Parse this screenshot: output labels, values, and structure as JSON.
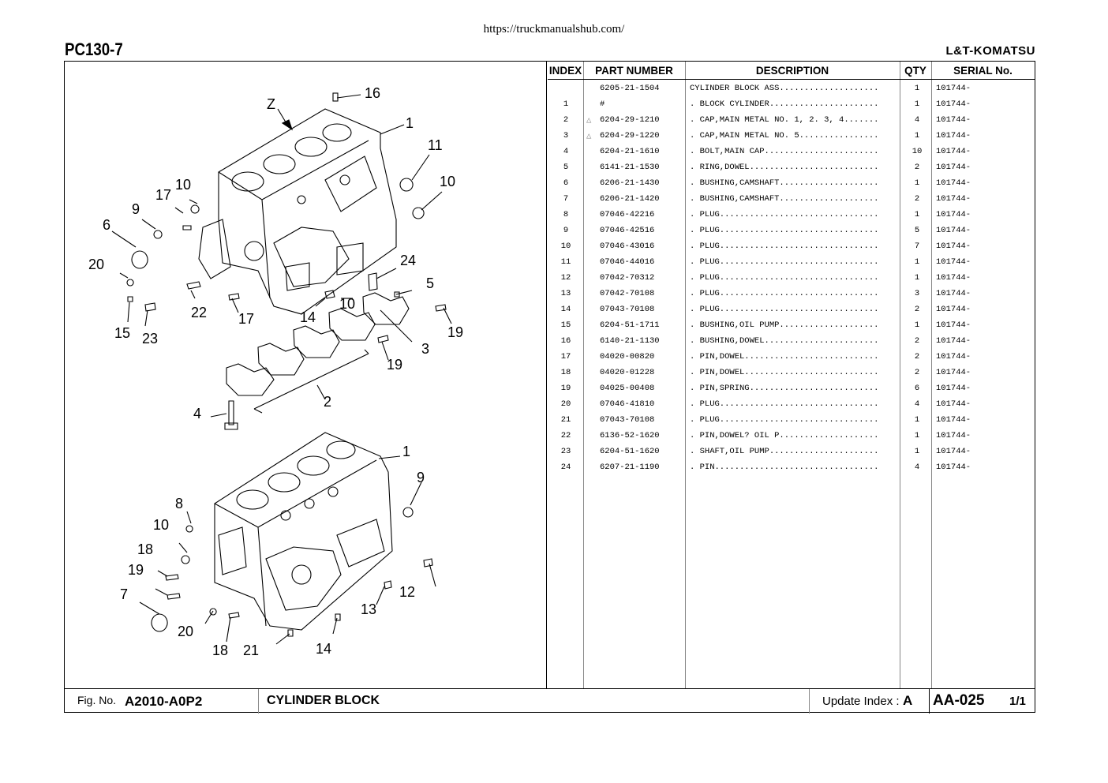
{
  "header": {
    "url": "https://truckmanualshub.com/",
    "model": "PC130-7",
    "brand": "L&T-KOMATSU"
  },
  "table": {
    "columns": [
      "INDEX",
      "PART NUMBER",
      "DESCRIPTION",
      "QTY",
      "SERIAL No."
    ],
    "rows": [
      {
        "index": "",
        "mark": "",
        "part": "6205-21-1504",
        "desc": "CYLINDER BLOCK ASS....................",
        "qty": "1",
        "serial": "101744-"
      },
      {
        "index": "1",
        "mark": "",
        "part": "#",
        "desc": ". BLOCK CYLINDER......................",
        "qty": "1",
        "serial": "101744-"
      },
      {
        "index": "2",
        "mark": "△",
        "part": "6204-29-1210",
        "desc": ". CAP,MAIN METAL NO. 1, 2. 3, 4.......",
        "qty": "4",
        "serial": "101744-"
      },
      {
        "index": "3",
        "mark": "△",
        "part": "6204-29-1220",
        "desc": ". CAP,MAIN METAL NO. 5................",
        "qty": "1",
        "serial": "101744-"
      },
      {
        "index": "4",
        "mark": "",
        "part": "6204-21-1610",
        "desc": ". BOLT,MAIN CAP.......................",
        "qty": "10",
        "serial": "101744-"
      },
      {
        "index": "5",
        "mark": "",
        "part": "6141-21-1530",
        "desc": ". RING,DOWEL..........................",
        "qty": "2",
        "serial": "101744-"
      },
      {
        "index": "6",
        "mark": "",
        "part": "6206-21-1430",
        "desc": ". BUSHING,CAMSHAFT....................",
        "qty": "1",
        "serial": "101744-"
      },
      {
        "index": "7",
        "mark": "",
        "part": "6206-21-1420",
        "desc": ". BUSHING,CAMSHAFT....................",
        "qty": "2",
        "serial": "101744-"
      },
      {
        "index": "8",
        "mark": "",
        "part": "07046-42216",
        "desc": ". PLUG................................",
        "qty": "1",
        "serial": "101744-"
      },
      {
        "index": "9",
        "mark": "",
        "part": "07046-42516",
        "desc": ". PLUG................................",
        "qty": "5",
        "serial": "101744-"
      },
      {
        "index": "10",
        "mark": "",
        "part": "07046-43016",
        "desc": ". PLUG................................",
        "qty": "7",
        "serial": "101744-"
      },
      {
        "index": "11",
        "mark": "",
        "part": "07046-44016",
        "desc": ". PLUG................................",
        "qty": "1",
        "serial": "101744-"
      },
      {
        "index": "12",
        "mark": "",
        "part": "07042-70312",
        "desc": ". PLUG................................",
        "qty": "1",
        "serial": "101744-"
      },
      {
        "index": "13",
        "mark": "",
        "part": "07042-70108",
        "desc": ". PLUG................................",
        "qty": "3",
        "serial": "101744-"
      },
      {
        "index": "14",
        "mark": "",
        "part": "07043-70108",
        "desc": ". PLUG................................",
        "qty": "2",
        "serial": "101744-"
      },
      {
        "index": "15",
        "mark": "",
        "part": "6204-51-1711",
        "desc": ". BUSHING,OIL PUMP....................",
        "qty": "1",
        "serial": "101744-"
      },
      {
        "index": "16",
        "mark": "",
        "part": "6140-21-1130",
        "desc": ". BUSHING,DOWEL.......................",
        "qty": "2",
        "serial": "101744-"
      },
      {
        "index": "17",
        "mark": "",
        "part": "04020-00820",
        "desc": ". PIN,DOWEL...........................",
        "qty": "2",
        "serial": "101744-"
      },
      {
        "index": "18",
        "mark": "",
        "part": "04020-01228",
        "desc": ". PIN,DOWEL...........................",
        "qty": "2",
        "serial": "101744-"
      },
      {
        "index": "19",
        "mark": "",
        "part": "04025-00408",
        "desc": ". PIN,SPRING..........................",
        "qty": "6",
        "serial": "101744-"
      },
      {
        "index": "20",
        "mark": "",
        "part": "07046-41810",
        "desc": ". PLUG................................",
        "qty": "4",
        "serial": "101744-"
      },
      {
        "index": "21",
        "mark": "",
        "part": "07043-70108",
        "desc": ". PLUG................................",
        "qty": "1",
        "serial": "101744-"
      },
      {
        "index": "22",
        "mark": "",
        "part": "6136-52-1620",
        "desc": ". PIN,DOWEL? OIL P....................",
        "qty": "1",
        "serial": "101744-"
      },
      {
        "index": "23",
        "mark": "",
        "part": "6204-51-1620",
        "desc": ". SHAFT,OIL PUMP......................",
        "qty": "1",
        "serial": "101744-"
      },
      {
        "index": "24",
        "mark": "",
        "part": "6207-21-1190",
        "desc": ". PIN.................................",
        "qty": "4",
        "serial": "101744-"
      }
    ]
  },
  "diagram": {
    "callouts_top": [
      "16",
      "1",
      "11",
      "10",
      "Z",
      "17",
      "10",
      "9",
      "6",
      "20",
      "24",
      "5",
      "22",
      "17",
      "14",
      "10",
      "15",
      "23",
      "19",
      "3",
      "19",
      "4",
      "2"
    ],
    "callouts_bottom": [
      "1",
      "9",
      "8",
      "10",
      "18",
      "19",
      "7",
      "12",
      "13",
      "20",
      "18",
      "21",
      "14"
    ]
  },
  "footer": {
    "fig_label": "Fig. No.",
    "fig_no": "A2010-A0P2",
    "title": "CYLINDER BLOCK",
    "update_label": "Update Index :",
    "update_value": "A",
    "page_code": "AA-025",
    "page_num": "1/1"
  }
}
